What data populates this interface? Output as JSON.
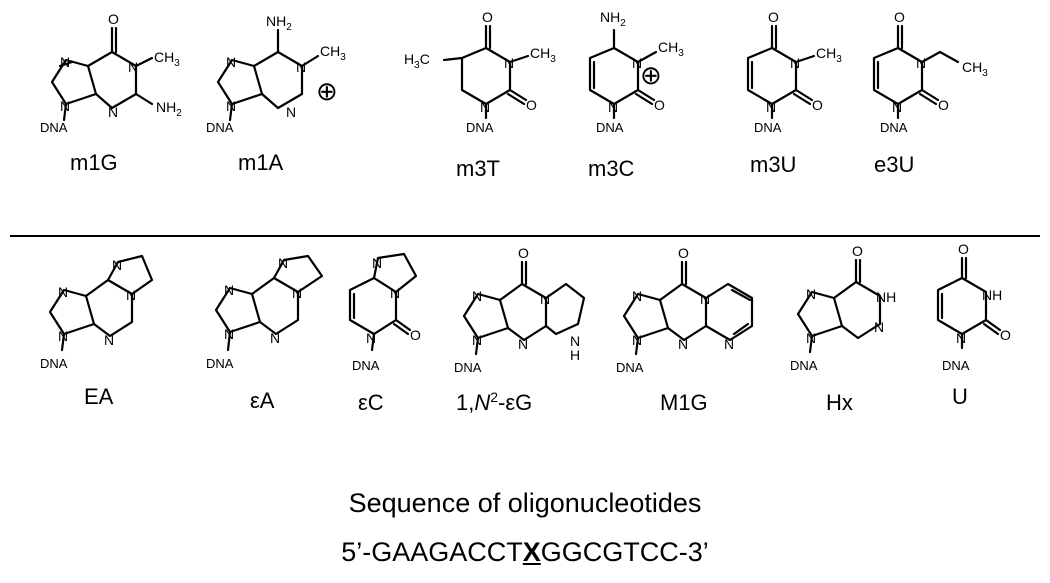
{
  "top_row": [
    {
      "label": "m1G"
    },
    {
      "label": "m1A"
    },
    {
      "label": "m3T"
    },
    {
      "label": "m3C"
    },
    {
      "label": "m3U"
    },
    {
      "label": "e3U"
    }
  ],
  "bottom_row": [
    {
      "label": "EA"
    },
    {
      "label": "εA"
    },
    {
      "label": "εC"
    },
    {
      "label_prefix": "1,",
      "label_italic": "N",
      "label_sup": "2",
      "label_suffix": "-εG"
    },
    {
      "label": "M1G"
    },
    {
      "label": "Hx"
    },
    {
      "label": "U"
    }
  ],
  "atoms": {
    "N": "N",
    "NH": "NH",
    "H": "H",
    "O": "O",
    "NH2": "NH",
    "sub2": "2",
    "CH3": "CH",
    "H3C_H": "H",
    "H3C_C": "C",
    "sub3": "3",
    "DNA": "DNA",
    "plus": "⊕"
  },
  "sequence": {
    "title": "Sequence of oligonucleotides",
    "prefix": "5’-GAAGACCT",
    "modified": "X",
    "suffix": "GGCGTCC-3’"
  }
}
